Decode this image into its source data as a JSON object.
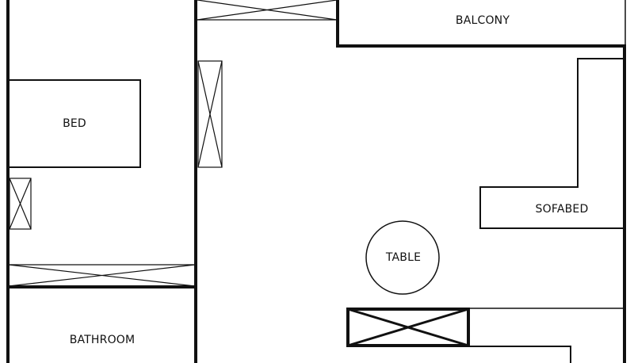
{
  "rooms": {
    "balcony": "BALCONY",
    "bed": "BED",
    "sofabed": "SOFABED",
    "table": "TABLE",
    "bathroom": "BATHROOM"
  },
  "colors": {
    "line": "#111111",
    "background": "#ffffff"
  }
}
